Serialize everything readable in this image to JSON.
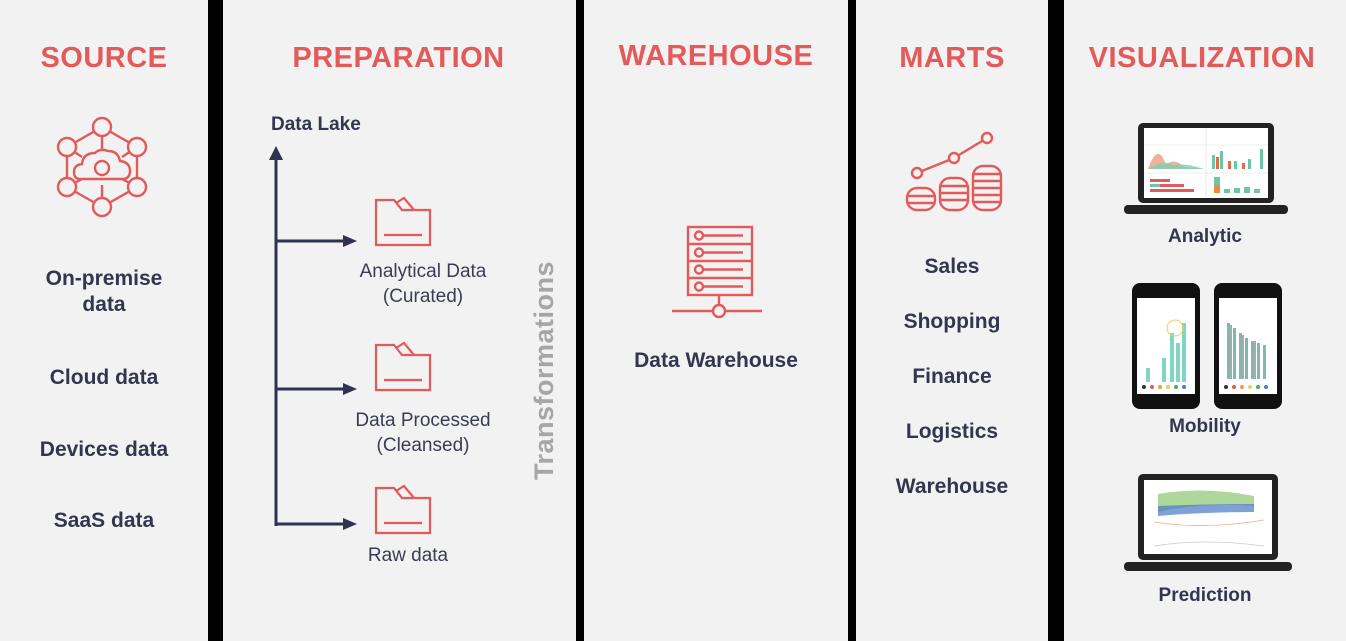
{
  "colors": {
    "accent": "#e35a5a",
    "text": "#33364f",
    "muted": "#a6a6a6",
    "panel_bg": "#f2f2f2",
    "divider": "#000000"
  },
  "columns": {
    "source": {
      "title": "SOURCE",
      "icon": "network-cloud-icon",
      "items": [
        "On-premise data",
        "Cloud data",
        "Devices data",
        "SaaS data"
      ]
    },
    "preparation": {
      "title": "PREPARATION",
      "axis_label": "Data Lake",
      "side_label": "Transformations",
      "layers": [
        {
          "line1": "Analytical Data",
          "line2": "(Curated)",
          "icon": "folder-icon"
        },
        {
          "line1": "Data Processed",
          "line2": "(Cleansed)",
          "icon": "folder-icon"
        },
        {
          "line1": "Raw data",
          "line2": "",
          "icon": "folder-icon"
        }
      ]
    },
    "warehouse": {
      "title": "WAREHOUSE",
      "icon": "server-rack-icon",
      "label": "Data Warehouse"
    },
    "marts": {
      "title": "MARTS",
      "icon": "coins-growth-icon",
      "items": [
        "Sales",
        "Shopping",
        "Finance",
        "Logistics",
        "Warehouse"
      ]
    },
    "visualization": {
      "title": "VISUALIZATION",
      "items": [
        {
          "label": "Analytic",
          "icon": "laptop-dashboard-icon"
        },
        {
          "label": "Mobility",
          "icon": "phones-chart-icon"
        },
        {
          "label": "Prediction",
          "icon": "laptop-scatter-icon"
        }
      ]
    }
  }
}
